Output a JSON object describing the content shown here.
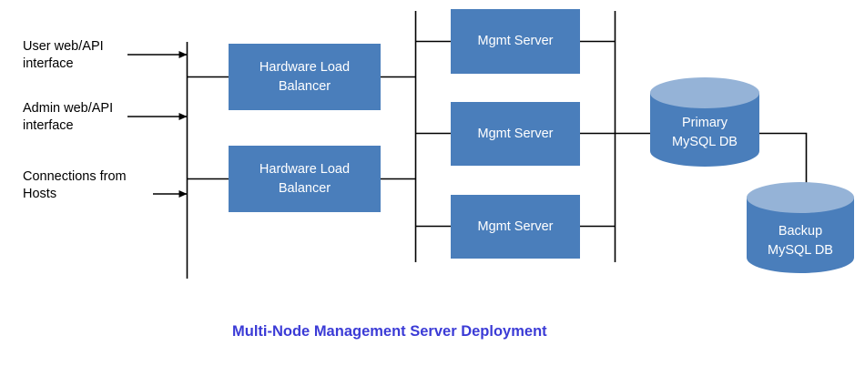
{
  "diagram": {
    "title": "Multi-Node Management Server Deployment",
    "title_color": "#3b3bd6",
    "shape_fill": "#4a7ebb",
    "cylinder_top_fill": "#95b3d7",
    "line_color": "#000000",
    "background": "#ffffff",
    "inputs": [
      {
        "label_line1": "User web/API",
        "label_line2": "interface"
      },
      {
        "label_line1": "Admin web/API",
        "label_line2": "interface"
      },
      {
        "label_line1": "Connections from",
        "label_line2": "Hosts"
      }
    ],
    "load_balancers": [
      {
        "label_line1": "Hardware Load",
        "label_line2": "Balancer"
      },
      {
        "label_line1": "Hardware Load",
        "label_line2": "Balancer"
      }
    ],
    "mgmt_servers": [
      {
        "label": "Mgmt Server"
      },
      {
        "label": "Mgmt Server"
      },
      {
        "label": "Mgmt Server"
      }
    ],
    "databases": [
      {
        "label_line1": "Primary",
        "label_line2": "MySQL DB"
      },
      {
        "label_line1": "Backup",
        "label_line2": "MySQL DB"
      }
    ]
  }
}
